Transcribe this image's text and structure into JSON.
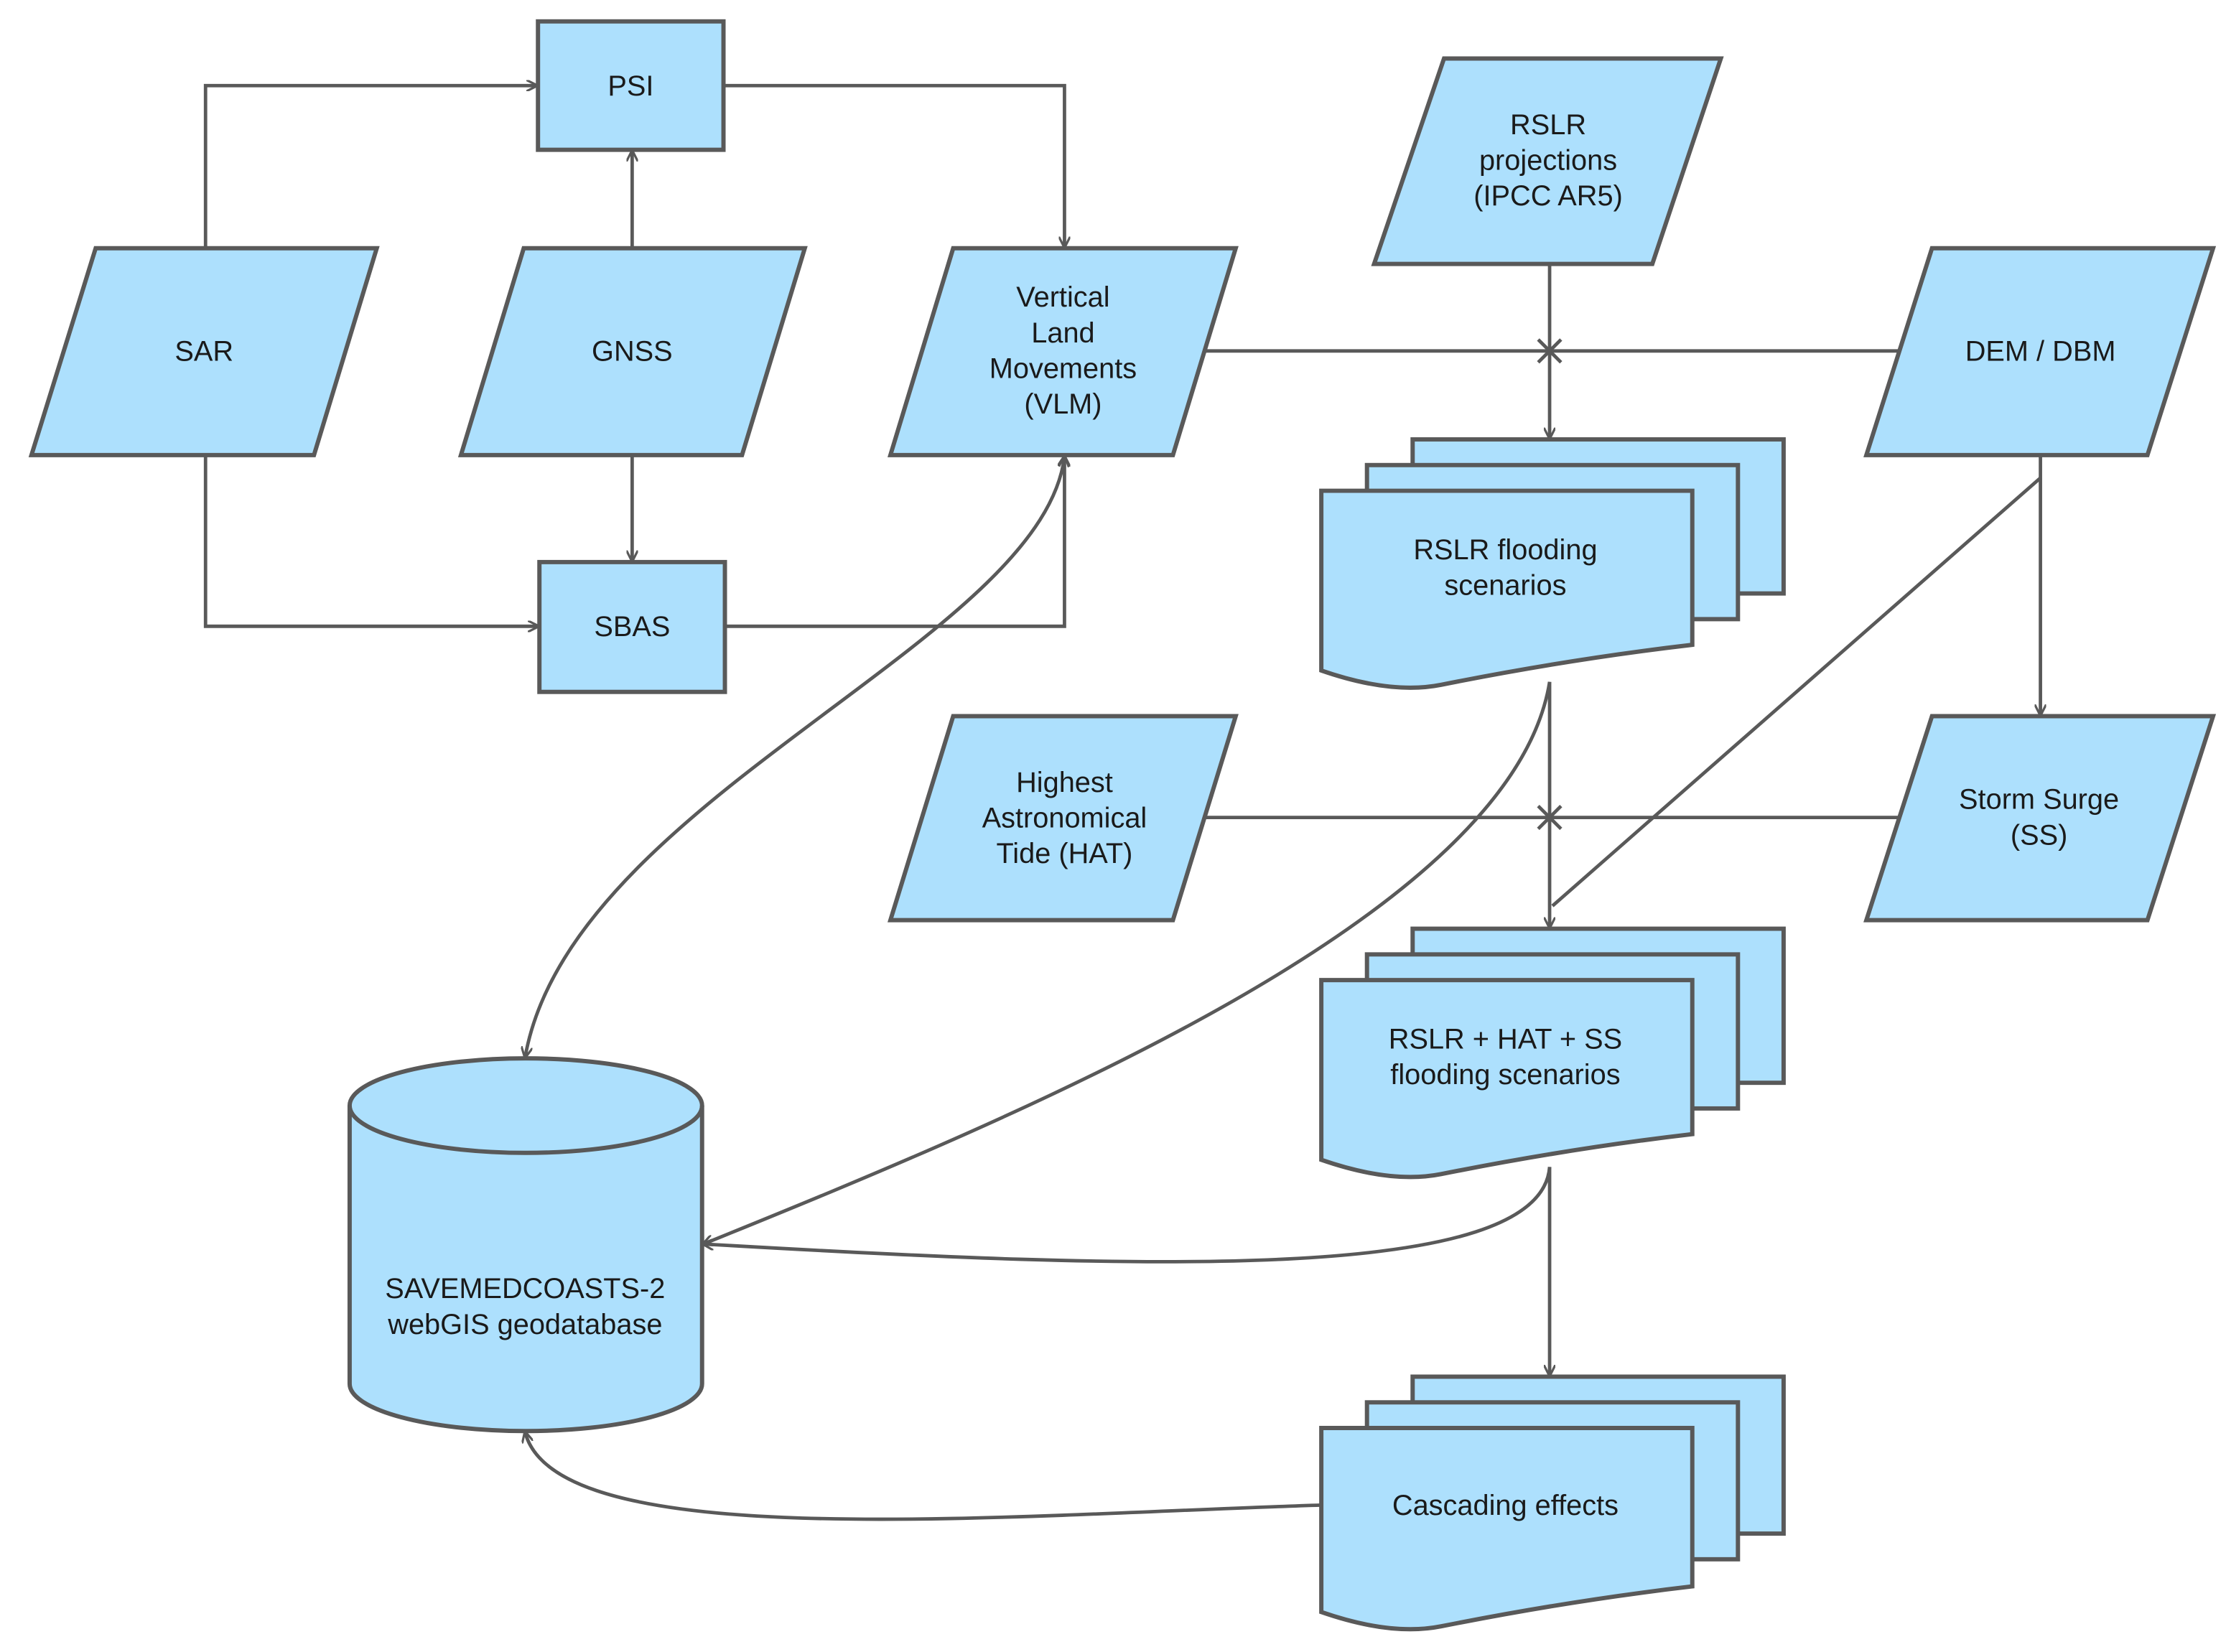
{
  "nodes": {
    "psi": "PSI",
    "sar": "SAR",
    "gnss": "GNSS",
    "sbas": "SBAS",
    "vlm": [
      "Vertical",
      "Land",
      "Movements",
      "(VLM)"
    ],
    "rslr_projections": [
      "RSLR",
      "projections",
      "(IPCC AR5)"
    ],
    "dem": "DEM / DBM",
    "rslr_flooding": [
      "RSLR flooding",
      "scenarios"
    ],
    "hat": [
      "Highest",
      "Astronomical",
      "Tide (HAT)"
    ],
    "storm_surge": [
      "Storm Surge",
      "(SS)"
    ],
    "combined_flooding": [
      "RSLR + HAT + SS",
      "flooding scenarios"
    ],
    "cascading": "Cascading effects",
    "geodatabase": [
      "SAVEMEDCOASTS-2",
      "webGIS geodatabase"
    ]
  },
  "colors": {
    "fill": "#ade0fd",
    "stroke": "#595959"
  }
}
